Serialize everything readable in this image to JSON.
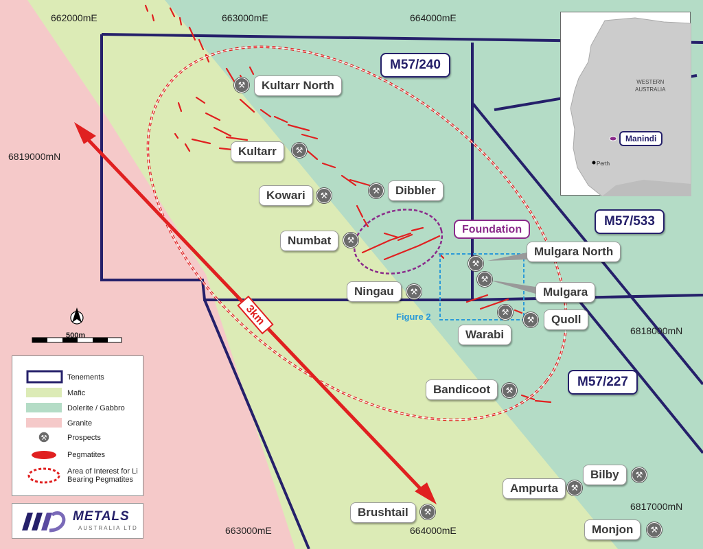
{
  "grid": {
    "e1": "662000mE",
    "e2": "663000mE",
    "e3": "664000mE",
    "e4": "663000mE",
    "e5": "664000mE",
    "n1": "6819000mN",
    "n2": "6818000mN",
    "n3": "6817000mN"
  },
  "tenements": {
    "t240": "M57/240",
    "t533": "M57/533",
    "t227": "M57/227"
  },
  "prospects": {
    "kultarr_north": "Kultarr North",
    "kultarr": "Kultarr",
    "kowari": "Kowari",
    "dibbler": "Dibbler",
    "numbat": "Numbat",
    "ningau": "Ningau",
    "mulgara_north": "Mulgara North",
    "mulgara": "Mulgara",
    "quoll": "Quoll",
    "warabi": "Warabi",
    "bandicoot": "Bandicoot",
    "brushtail": "Brushtail",
    "ampurta": "Ampurta",
    "bilby": "Bilby",
    "monjon": "Monjon"
  },
  "foundation": "Foundation",
  "figure2": "Figure 2",
  "distance": "3km",
  "scale": "500m",
  "legend": {
    "tenements": "Tenements",
    "mafic": "Mafic",
    "dolerite": "Dolerite / Gabbro",
    "granite": "Granite",
    "prospects": "Prospects",
    "pegmatites": "Pegmatites",
    "aoi_line1": "Area of Interest for Li",
    "aoi_line2": "Bearing Pegmatites"
  },
  "inset": {
    "wa_line1": "WESTERN",
    "wa_line2": "AUSTRALIA",
    "manindi": "Manindi",
    "perth": "Perth"
  },
  "logo": {
    "main": "METALS",
    "sub": "AUSTRALIA LTD"
  },
  "colors": {
    "granite": "#f5c9c9",
    "mafic": "#dcebb6",
    "dolerite": "#b4dcc6",
    "tenement": "#25206a",
    "pegmatite": "#e02020",
    "foundation": "#8a2a8a",
    "figure_box": "#2a9ad8"
  },
  "icons": {
    "prospect": "pickaxe-icon",
    "north_arrow": "north-arrow-icon"
  }
}
